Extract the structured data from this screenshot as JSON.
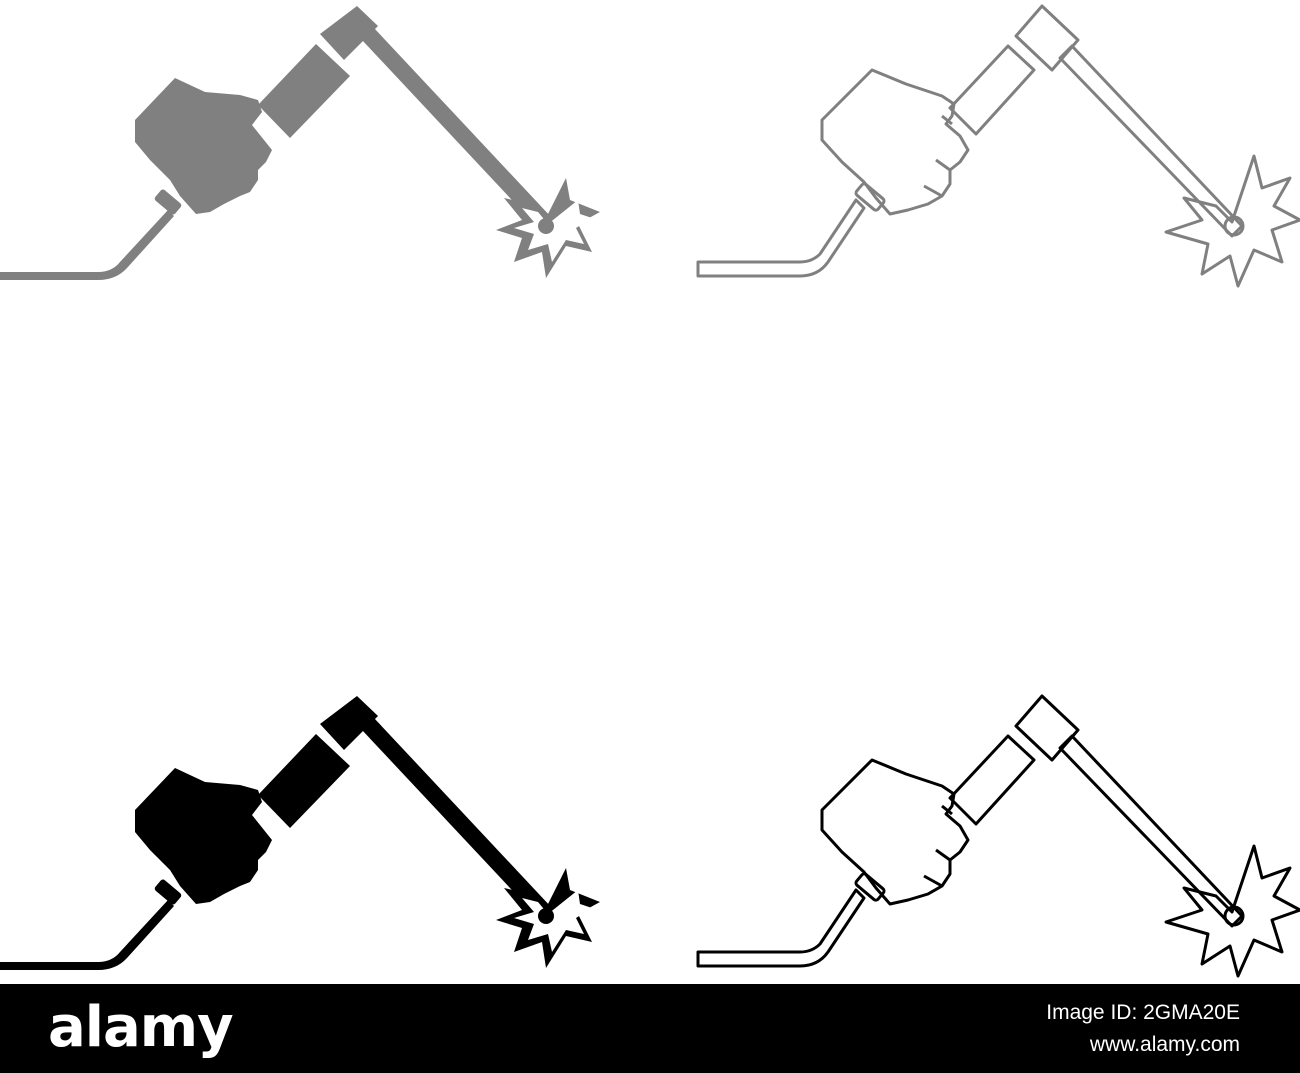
{
  "icons": [
    {
      "id": "welding-torch-icon-filled-grey",
      "style": "filled",
      "color": "#808080"
    },
    {
      "id": "welding-torch-icon-outline-grey",
      "style": "outline",
      "color": "#808080"
    },
    {
      "id": "welding-torch-icon-filled-black",
      "style": "filled",
      "color": "#000000"
    },
    {
      "id": "welding-torch-icon-outline-black",
      "style": "outline",
      "color": "#000000"
    }
  ],
  "footer": {
    "logo_text": "alamy",
    "image_id": "Image ID: 2GMA20E",
    "url": "www.alamy.com",
    "background": "#000000",
    "text_color": "#ffffff"
  }
}
